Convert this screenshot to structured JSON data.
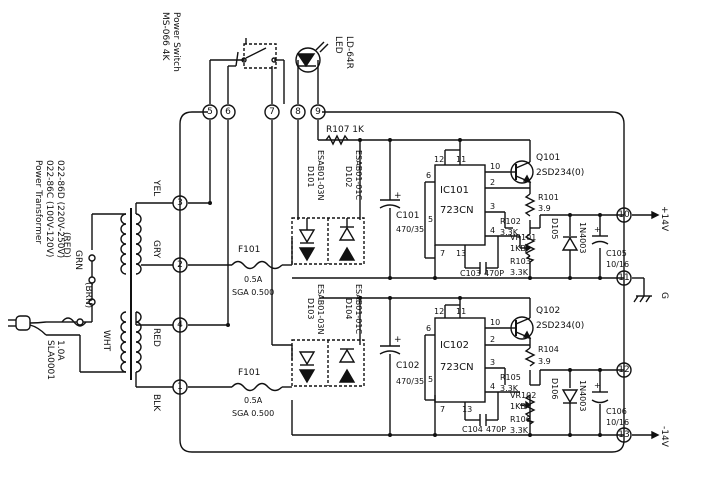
{
  "labels": {
    "power_switch": "Power Switch",
    "power_switch_model": "MS-066 4K",
    "led": "LED",
    "led_model": "LD-64R",
    "power_transformer": "Power Transformer",
    "pt_100v": "022-86C (100V-120V)",
    "pt_220v": "022-86D (220V-250V)",
    "red_paren": "(RED)",
    "brn_paren": "(BRN)",
    "grn": "GRN",
    "wht": "WHT",
    "fuse_rating": "1.0A",
    "fuse_type": "SLA0001",
    "yel": "YEL",
    "gry": "GRY",
    "red": "RED",
    "blk": "BLK",
    "f101_top": "F101",
    "f101_top_rating": "0.5A",
    "f101_top_type": "SGA 0.500",
    "f101_bot": "F101",
    "f101_bot_rating": "0.5A",
    "f101_bot_type": "SGA 0.500",
    "r107": "R107 1K",
    "d101": "ESAB01-03N",
    "d101_ref": "D101",
    "d102": "ESAB01-01C",
    "d102_ref": "D102",
    "d103": "ESAB01-03N",
    "d103_ref": "D103",
    "d104": "ESAB01-01C",
    "d104_ref": "D104",
    "c101": "C101",
    "c101_val": "470/35",
    "c102": "C102",
    "c102_val": "470/35",
    "ic101": "IC101",
    "ic101_type": "723CN",
    "ic102": "IC102",
    "ic102_type": "723CN",
    "q101": "Q101",
    "q101_type": "2SD234(0)",
    "q102": "Q102",
    "q102_type": "2SD234(0)",
    "r101": "R101",
    "r101_val": "3.9",
    "r102": "R102",
    "r102_val": "3.3K",
    "vr101": "VR101",
    "vr101_val": "1KB",
    "r103": "R103",
    "r103_val": "3.3K",
    "r104": "R104",
    "r104_val": "3.9",
    "r105": "R105",
    "r105_val": "3.3K",
    "vr102": "VR102",
    "vr102_val": "1KB",
    "r106": "R106",
    "r106_val": "3.3K",
    "c103": "C103",
    "c103_val": "470P",
    "c104": "C104",
    "c104_val": "470P",
    "d105": "D105",
    "d105_type": "1N4003",
    "d106": "D106",
    "d106_type": "1N4003",
    "c105": "C105",
    "c105_val": "10/16",
    "c106": "C106",
    "c106_val": "10/16",
    "out_pos": "+14V",
    "out_gnd": "G",
    "out_neg": "-14V",
    "plus": "+"
  },
  "nodes": {
    "n1": "1",
    "n2": "2",
    "n3": "3",
    "n4": "4",
    "n5": "5",
    "n6": "6",
    "n7": "7",
    "n8": "8",
    "n9": "9",
    "n10": "10",
    "n11": "11",
    "n12": "12",
    "n13": "13"
  },
  "pins": {
    "p12": "12",
    "p11": "11",
    "p10": "10",
    "p6": "6",
    "p2": "2",
    "p3": "3",
    "p5": "5",
    "p4": "4",
    "p7": "7",
    "p13": "13"
  }
}
